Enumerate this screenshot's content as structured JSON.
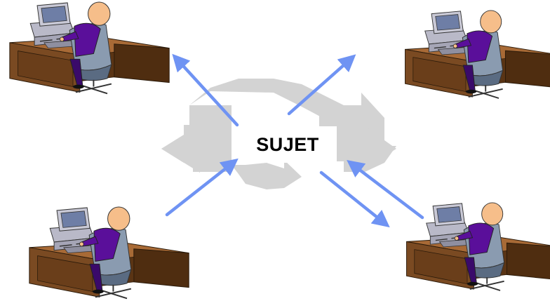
{
  "diagram": {
    "center_label": "SUJET",
    "workstations": [
      {
        "name": "workstation-top-left"
      },
      {
        "name": "workstation-top-right"
      },
      {
        "name": "workstation-bottom-left"
      },
      {
        "name": "workstation-bottom-right"
      }
    ],
    "colors": {
      "arrow": "#6f93f3",
      "grey_arrows": "#d3d3d3",
      "desk": "#7a4a22",
      "desk_dark": "#4f2d10",
      "desk_top": "#a86a36",
      "computer": "#c9c9d6",
      "screen": "#6e7ea6",
      "person_shirt": "#5a0f9a",
      "person_head": "#f6be8a",
      "chair": "#8a9bb0",
      "chair_dark": "#5a6b82"
    }
  }
}
